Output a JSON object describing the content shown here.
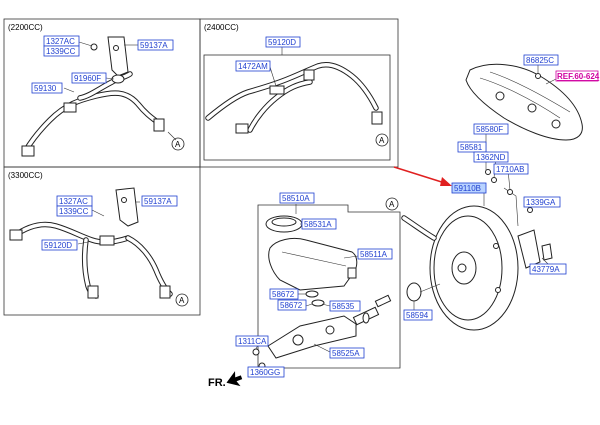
{
  "sections": {
    "s2200": "(2200CC)",
    "s2400": "(2400CC)",
    "s3300": "(3300CC)"
  },
  "labels": {
    "l1327ac_a": "1327AC",
    "l1339cc_a": "1339CC",
    "l59137a_a": "59137A",
    "l91960f": "91960F",
    "l59130": "59130",
    "l59120d_a": "59120D",
    "l1472am": "1472AM",
    "l86825c": "86825C",
    "l58580f": "58580F",
    "l58581": "58581",
    "l1362nd": "1362ND",
    "l1710ab": "1710AB",
    "l59110b": "59110B",
    "l1339ga": "1339GA",
    "l43779a": "43779A",
    "l1327ac_b": "1327AC",
    "l1339cc_b": "1339CC",
    "l59137a_b": "59137A",
    "l59120d_b": "59120D",
    "l58510a": "58510A",
    "l58531a": "58531A",
    "l58511a": "58511A",
    "l58672_a": "58672",
    "l58672_b": "58672",
    "l58535": "58535",
    "l58594": "58594",
    "l1311ca": "1311CA",
    "l58525a": "58525A",
    "l1360gg": "1360GG"
  },
  "ref": "REF.60-624",
  "circle_marker": "A",
  "front_marker": "FR.",
  "colors": {
    "label": "#1f3fd0",
    "ref": "#d000a0",
    "highlight": "#b9d3ff",
    "arrow": "#e02020"
  }
}
